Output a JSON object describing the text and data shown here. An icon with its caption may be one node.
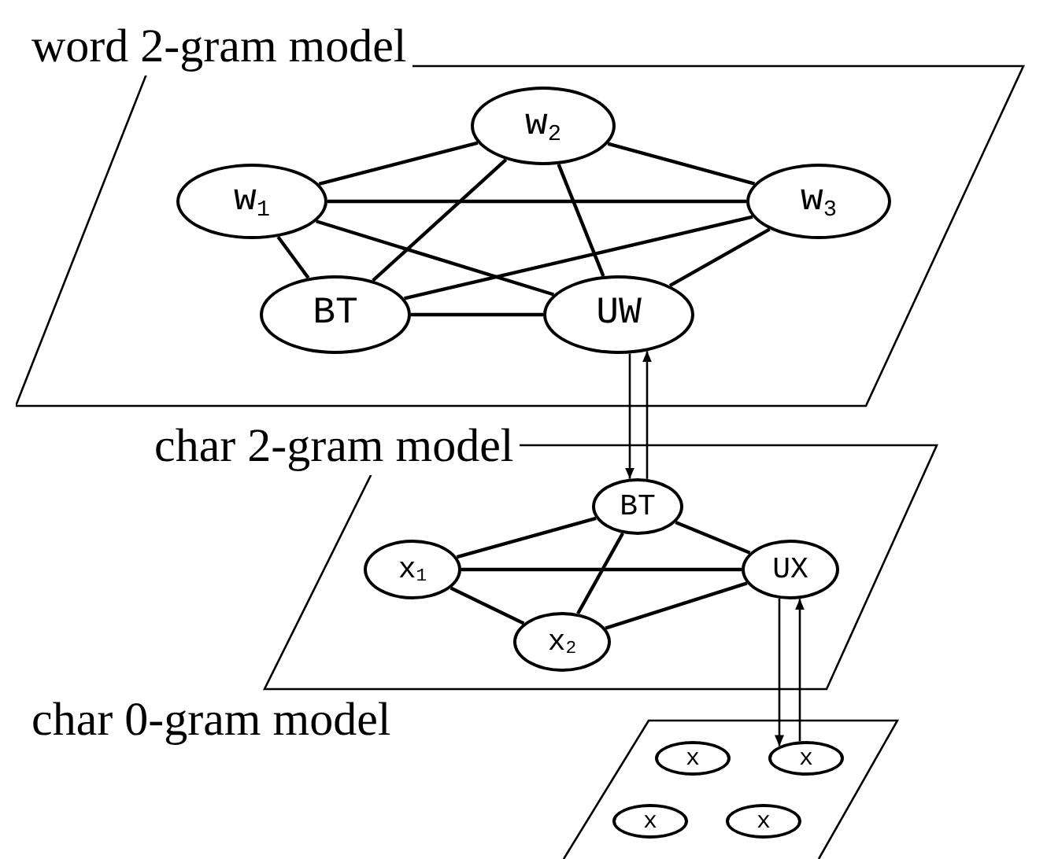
{
  "diagram": {
    "nodes": [
      {
        "text": [
          "word 2-gram model"
        ]
      },
      {
        "text": [
          "w$_{1}$"
        ],
        "in": 0
      },
      {
        "text": [
          "w$_{2}$"
        ],
        "in": 0
      },
      {
        "text": [
          "w$_{3}$"
        ],
        "in": 0
      },
      {
        "text": [
          "BT"
        ],
        "in": 0
      },
      {
        "text": [
          "UW"
        ],
        "in": 0
      },
      {
        "text": [
          "char 2-gram model"
        ]
      },
      {
        "text": [
          "BT"
        ],
        "in": 6
      },
      {
        "text": [
          "x$_{1}$"
        ],
        "in": 6
      },
      {
        "text": [
          "UX"
        ],
        "in": 6
      },
      {
        "text": [
          "x$_{2}$"
        ],
        "in": 6
      },
      {
        "text": [
          "char 0-gram model"
        ]
      },
      {
        "text": [
          "x"
        ],
        "in": 11
      },
      {
        "text": [
          "x"
        ],
        "in": 11
      },
      {
        "text": [
          "x"
        ],
        "in": 11
      },
      {
        "text": [
          "x"
        ],
        "in": 11
      }
    ],
    "edges": [
      {
        "from": 1,
        "to": 2,
        "arrow": "none"
      },
      {
        "from": 2,
        "to": 3,
        "arrow": "none"
      },
      {
        "from": 1,
        "to": 3,
        "arrow": "none"
      },
      {
        "from": 1,
        "to": 4,
        "arrow": "none"
      },
      {
        "from": 1,
        "to": 5,
        "arrow": "none"
      },
      {
        "from": 2,
        "to": 4,
        "arrow": "none"
      },
      {
        "from": 2,
        "to": 5,
        "arrow": "none"
      },
      {
        "from": 3,
        "to": 4,
        "arrow": "none"
      },
      {
        "from": 3,
        "to": 5,
        "arrow": "none"
      },
      {
        "from": 4,
        "to": 5,
        "arrow": "none"
      },
      {
        "from": 7,
        "to": 8,
        "arrow": "none"
      },
      {
        "from": 7,
        "to": 9,
        "arrow": "none"
      },
      {
        "from": 7,
        "to": 10,
        "arrow": "none"
      },
      {
        "from": 8,
        "to": 9,
        "arrow": "none"
      },
      {
        "from": 8,
        "to": 10,
        "arrow": "none"
      },
      {
        "from": 10,
        "to": 9,
        "arrow": "none"
      },
      {
        "from": 5,
        "to": 7,
        "arrow": "to"
      },
      {
        "from": 7,
        "to": 5,
        "arrow": "to"
      },
      {
        "from": 9,
        "to": 13,
        "arrow": "to"
      },
      {
        "from": 13,
        "to": 9,
        "arrow": "to"
      }
    ]
  }
}
